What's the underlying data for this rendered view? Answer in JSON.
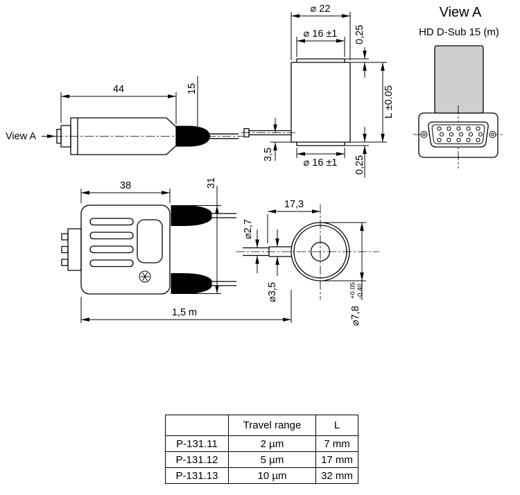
{
  "side_view": {
    "view_label": "View A",
    "dim_length": "44",
    "dim_boot": "15"
  },
  "cylinder_view": {
    "dim_d22": "⌀ 22",
    "dim_d16_top": "⌀ 16 ±1",
    "dim_gap_top": "0,25",
    "dim_len": "L ±0.05",
    "dim_cable_height": "3,5",
    "dim_d16_bottom": "⌀ 16 ±1",
    "dim_gap_bottom": "0,25"
  },
  "front_view": {
    "title": "View A",
    "subtitle": "HD D-Sub 15 (m)"
  },
  "top_view": {
    "dim_body": "38",
    "dim_width": "31",
    "dim_cable": "1,5 m"
  },
  "tip_view": {
    "dim_offset": "17,3",
    "dim_d_cable": "⌀2,7",
    "dim_d_boot": "⌀3,5",
    "dim_d_outer": "⌀7,8",
    "tol_plus": "+0.05",
    "tol_minus": "-0.40"
  },
  "table": {
    "headers": [
      "",
      "Travel range",
      "L"
    ],
    "rows": [
      {
        "model": "P-131.11",
        "travel_range": "2 µm",
        "l": "7 mm"
      },
      {
        "model": "P-131.12",
        "travel_range": "5 µm",
        "l": "17 mm"
      },
      {
        "model": "P-131.13",
        "travel_range": "10 µm",
        "l": "32 mm"
      }
    ]
  }
}
